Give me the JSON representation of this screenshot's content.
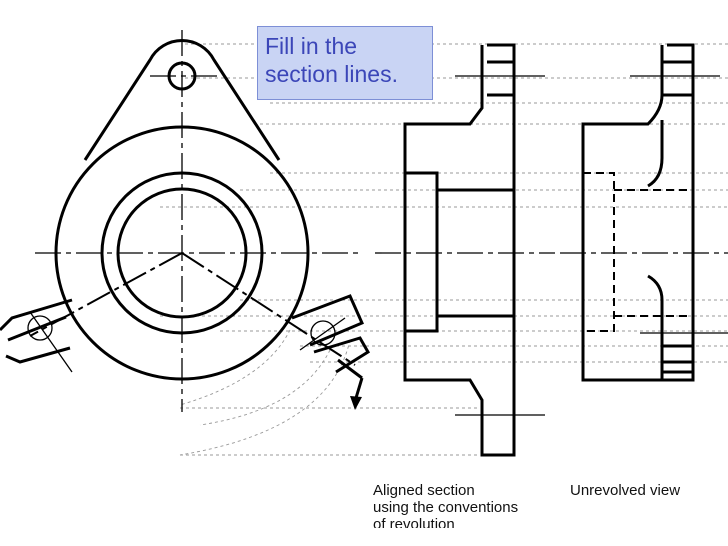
{
  "callout": {
    "text": "Fill in the\nsection lines."
  },
  "captions": {
    "aligned": "Aligned section\nusing the conventions\nof revolution",
    "unrevolved": "Unrevolved view"
  },
  "colors": {
    "callout_fill": "#c9d4f4",
    "callout_border": "#7d8fd6",
    "callout_text": "#3b46b8",
    "projection_lines": "#999999"
  }
}
